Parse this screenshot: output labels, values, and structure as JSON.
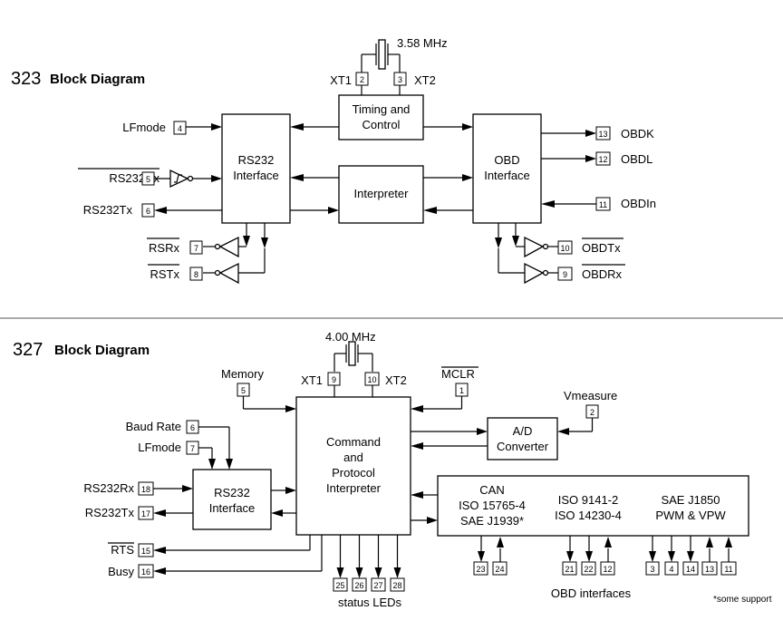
{
  "d323": {
    "title_number": "323",
    "title_text": "Block Diagram",
    "crystal": "3.58 MHz",
    "xt1": "XT1",
    "xt1_pin": "2",
    "xt2": "XT2",
    "xt2_pin": "3",
    "timing": [
      "Timing and",
      "Control"
    ],
    "rs232": [
      "RS232",
      "Interface"
    ],
    "interpreter": "Interpreter",
    "obd": [
      "OBD",
      "Interface"
    ],
    "lfmode": "LFmode",
    "lfmode_pin": "4",
    "rs232rx": "RS232Rx",
    "rs232rx_pin": "5",
    "rs232tx": "RS232Tx",
    "rs232tx_pin": "6",
    "rsrx": "RSRx",
    "rsrx_pin": "7",
    "rstx": "RSTx",
    "rstx_pin": "8",
    "obdk": "OBDK",
    "obdk_pin": "13",
    "obdl": "OBDL",
    "obdl_pin": "12",
    "obdin": "OBDIn",
    "obdin_pin": "11",
    "obdtx": "OBDTx",
    "obdtx_pin": "10",
    "obdrx": "OBDRx",
    "obdrx_pin": "9"
  },
  "d327": {
    "title_number": "327",
    "title_text": "Block Diagram",
    "crystal": "4.00 MHz",
    "xt1": "XT1",
    "xt1_pin": "9",
    "xt2": "XT2",
    "xt2_pin": "10",
    "memory": "Memory",
    "memory_pin": "5",
    "mclr": "MCLR",
    "mclr_pin": "1",
    "vmeasure": "Vmeasure",
    "vmeasure_pin": "2",
    "baud": "Baud Rate",
    "baud_pin": "6",
    "lfmode": "LFmode",
    "lfmode_pin": "7",
    "rs232rx": "RS232Rx",
    "rs232rx_pin": "18",
    "rs232tx": "RS232Tx",
    "rs232tx_pin": "17",
    "rts": "RTS",
    "rts_pin": "15",
    "busy": "Busy",
    "busy_pin": "16",
    "command": [
      "Command",
      "and",
      "Protocol",
      "Interpreter"
    ],
    "rs232": [
      "RS232",
      "Interface"
    ],
    "ad": [
      "A/D",
      "Converter"
    ],
    "can": [
      "CAN",
      "ISO 15765-4",
      "SAE J1939*"
    ],
    "iso": [
      "ISO 9141-2",
      "ISO 14230-4"
    ],
    "sae": [
      "SAE J1850",
      "PWM & VPW"
    ],
    "led_pins": [
      "25",
      "26",
      "27",
      "28"
    ],
    "status_leds": "status LEDs",
    "can_pins": [
      "23",
      "24"
    ],
    "iso_pins": [
      "21",
      "22",
      "12"
    ],
    "sae_pins": [
      "3",
      "4",
      "14",
      "13",
      "11"
    ],
    "obd_interfaces": "OBD interfaces",
    "some_support": "*some support"
  }
}
